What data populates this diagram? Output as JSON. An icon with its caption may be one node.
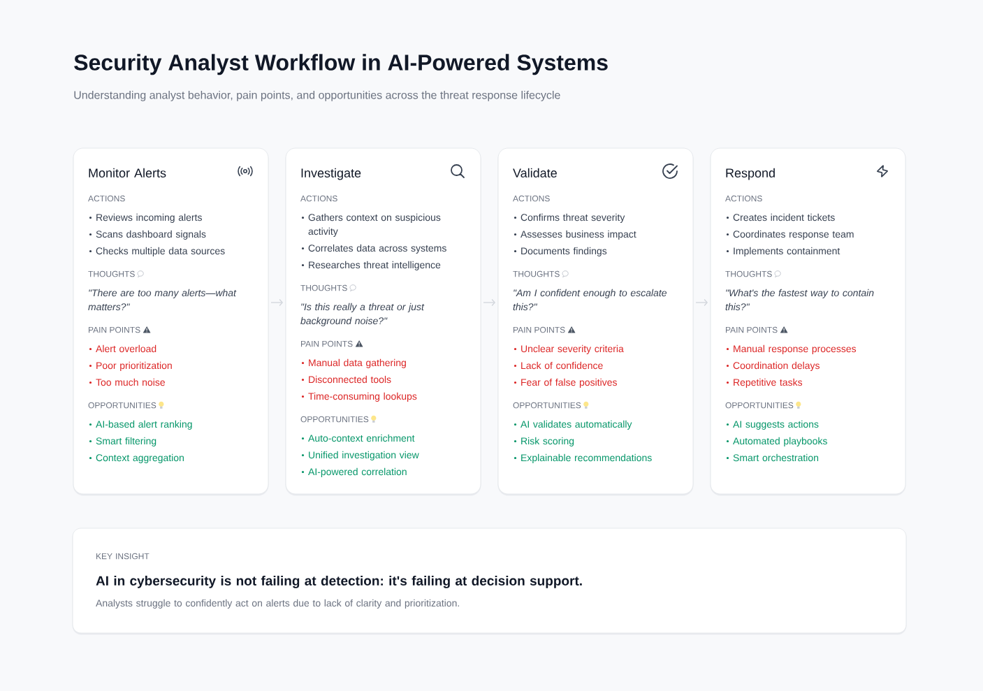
{
  "diagram": {
    "title": "Security Analyst Workflow in AI-Powered Systems",
    "nodes": [
      {
        "text": [
          "Monitor Alerts",
          "ACTIONS",
          "Reviews incoming alerts",
          "Scans dashboard signals",
          "Checks multiple data sources",
          "THOUGHTS",
          "\"There are too many alerts—what matters?\"",
          "PAIN POINTS",
          "Alert overload",
          "Poor prioritization",
          "Too much noise",
          "OPPORTUNITIES",
          "AI-based alert ranking",
          "Smart filtering",
          "Context aggregation"
        ]
      },
      {
        "text": [
          "Investigate",
          "ACTIONS",
          "Gathers context on suspicious activity",
          "Correlates data across systems",
          "Researches threat intelligence",
          "THOUGHTS",
          "\"Is this really a threat or just background noise?\"",
          "PAIN POINTS",
          "Manual data gathering",
          "Disconnected tools",
          "Time-consuming lookups",
          "OPPORTUNITIES",
          "Auto-context enrichment",
          "Unified investigation view",
          "AI-powered correlation"
        ]
      },
      {
        "text": [
          "Validate",
          "ACTIONS",
          "Confirms threat severity",
          "Assesses business impact",
          "Documents findings",
          "THOUGHTS",
          "\"Am I confident enough to escalate this?\"",
          "PAIN POINTS",
          "Unclear severity criteria",
          "Lack of confidence",
          "Fear of false positives",
          "OPPORTUNITIES",
          "AI validates automatically",
          "Risk scoring",
          "Explainable recommendations"
        ]
      },
      {
        "text": [
          "Respond",
          "ACTIONS",
          "Creates incident tickets",
          "Coordinates response team",
          "Implements containment",
          "THOUGHTS",
          "\"What's the fastest way to contain this?\"",
          "PAIN POINTS",
          "Manual response processes",
          "Coordination delays",
          "Repetitive tasks",
          "OPPORTUNITIES",
          "AI suggests actions",
          "Automated playbooks",
          "Smart orchestration"
        ]
      },
      {
        "text": [
          "KEY INSIGHT",
          "AI in cybersecurity is not failing at detection: it's failing at decision support.",
          "Analysts struggle to confidently act on alerts due to lack of clarity and prioritization."
        ]
      }
    ],
    "edges": [
      {
        "from": 0,
        "to": 1,
        "arrow": "to"
      },
      {
        "from": 1,
        "to": 2,
        "arrow": "to"
      },
      {
        "from": 2,
        "to": 3,
        "arrow": "to"
      }
    ],
    "labels": [
      "Understanding analyst behavior, pain points, and opportunities across the threat response lifecycle"
    ]
  }
}
